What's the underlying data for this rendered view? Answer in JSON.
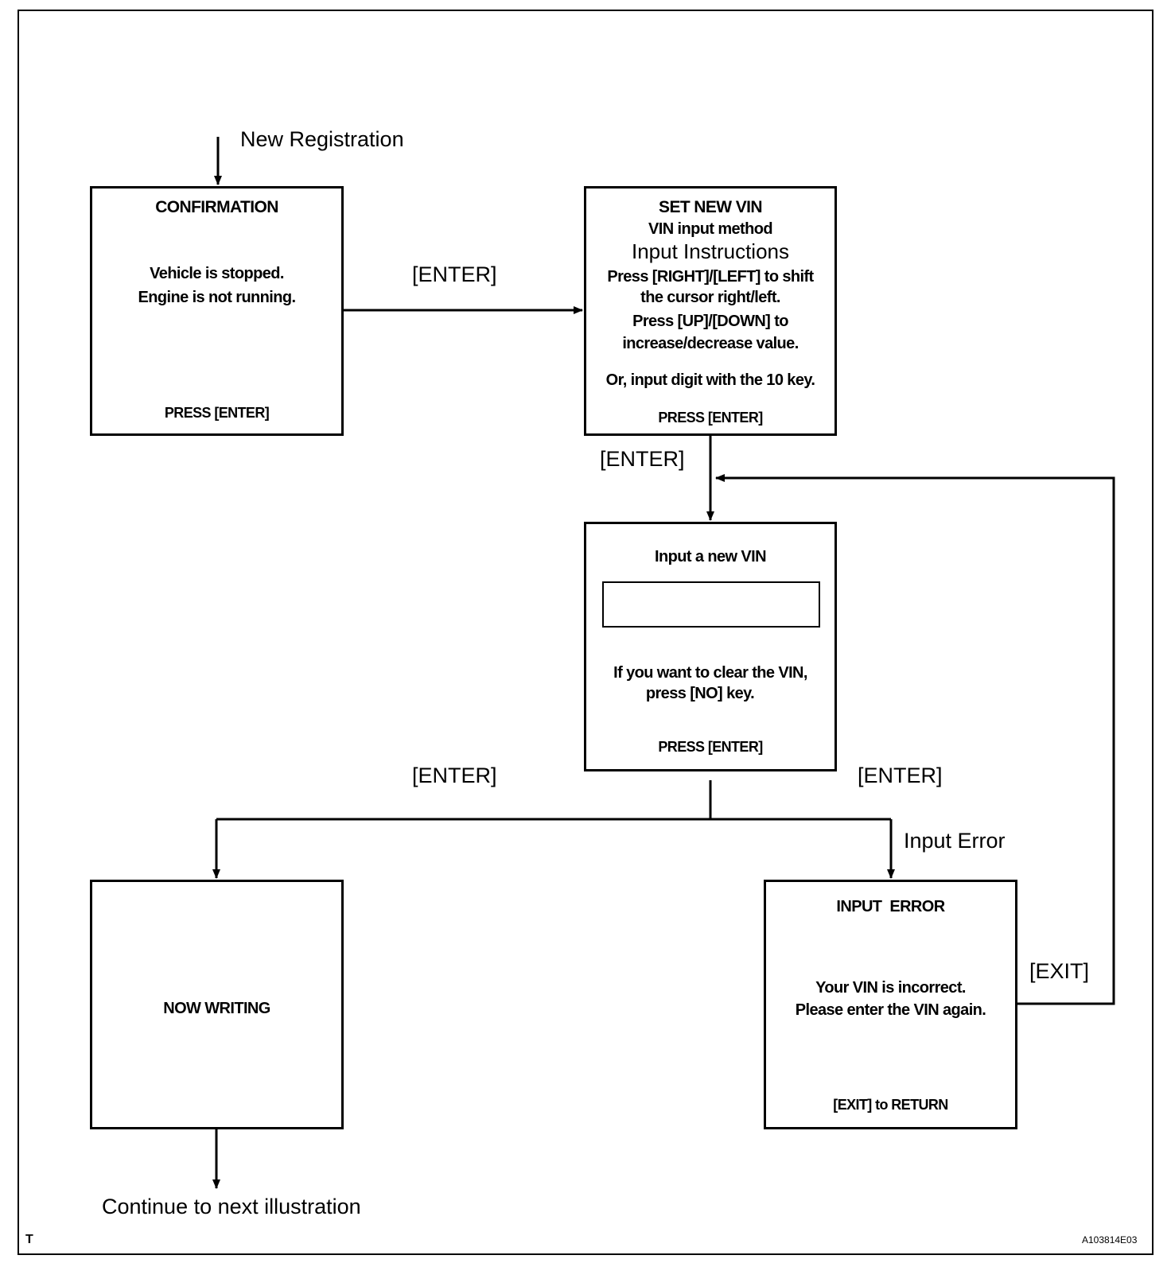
{
  "labels": {
    "new_registration": "New Registration",
    "enter_1": "[ENTER]",
    "enter_2": "[ENTER]",
    "enter_3": "[ENTER]",
    "enter_4": "[ENTER]",
    "input_error": "Input Error",
    "exit": "[EXIT]",
    "continue": "Continue to next illustration"
  },
  "screens": {
    "confirmation": {
      "title": "CONFIRMATION",
      "line1": "Vehicle is stopped.",
      "line2": "Engine is not running.",
      "footer": "PRESS [ENTER]"
    },
    "set_new_vin": {
      "title": "SET NEW VIN",
      "subtitle": "VIN input method",
      "instructions_heading": "Input Instructions",
      "line1": "Press [RIGHT]/[LEFT] to shift",
      "line2": "the cursor right/left.",
      "line3": "Press [UP]/[DOWN]  to",
      "line4": "increase/decrease value.",
      "line5": "Or, input digit with the 10 key.",
      "footer": "PRESS [ENTER]"
    },
    "input_new_vin": {
      "title": "Input a new VIN",
      "field_value": "",
      "line1": "If you want to clear the VIN,",
      "line2": "press [NO] key.",
      "footer": "PRESS [ENTER]"
    },
    "now_writing": {
      "title": "NOW WRITING"
    },
    "input_error": {
      "title": "INPUT  ERROR",
      "line1": "Your VIN is incorrect.",
      "line2": "Please enter the VIN again.",
      "footer": "[EXIT] to RETURN"
    }
  },
  "corner": {
    "left_mark": "T",
    "figure_id": "A103814E03"
  }
}
